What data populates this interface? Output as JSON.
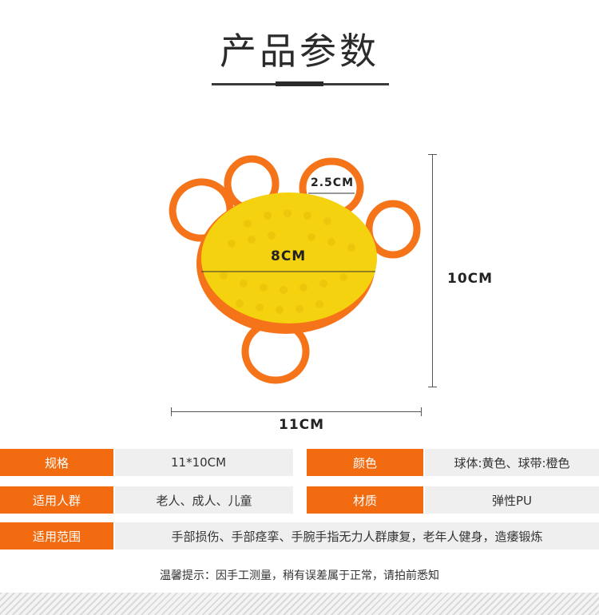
{
  "header": {
    "title": "产品参数"
  },
  "dimensions": {
    "ring": "2.5CM",
    "ball": "8CM",
    "height": "10CM",
    "width": "11CM"
  },
  "colors": {
    "accent": "#f36b11",
    "ball": "#f5d20f",
    "band": "#f5741a",
    "cell_bg": "#efefef"
  },
  "specs": {
    "spec_label": "规格",
    "spec_value": "11*10CM",
    "color_label": "颜色",
    "color_value": "球体:黄色、球带:橙色",
    "audience_label": "适用人群",
    "audience_value": "老人、成人、儿童",
    "material_label": "材质",
    "material_value": "弹性PU",
    "scope_label": "适用范围",
    "scope_value": "手部损伤、手部痉挛、手腕手指无力人群康复，老年人健身，造痿锻炼"
  },
  "footer": {
    "note": "温馨提示：因手工测量，稍有误差属于正常，请拍前悉知"
  }
}
